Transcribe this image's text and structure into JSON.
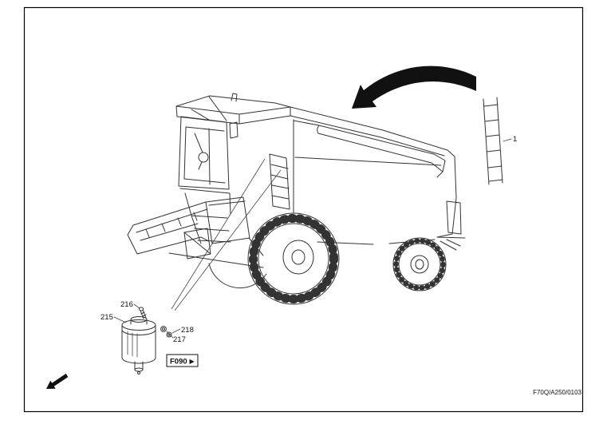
{
  "figure": {
    "type": "combine-harvester-parts-diagram",
    "code": "F70Q/A250/0103",
    "callouts": {
      "ladder": "1",
      "reservoir": "215",
      "bolt": "216",
      "washer": "217",
      "nut": "218"
    },
    "reference": {
      "label": "F090",
      "arrow_glyph": "▶"
    },
    "icons": {
      "rotate_arrow": "curved-swing-arrow",
      "direction_arrow": "lower-left-arrow",
      "reference_arrow": "forward-play-arrow"
    },
    "colors": {
      "line": "#333333",
      "frame": "#000000",
      "background": "#ffffff",
      "arrow_fill": "#111111"
    }
  }
}
